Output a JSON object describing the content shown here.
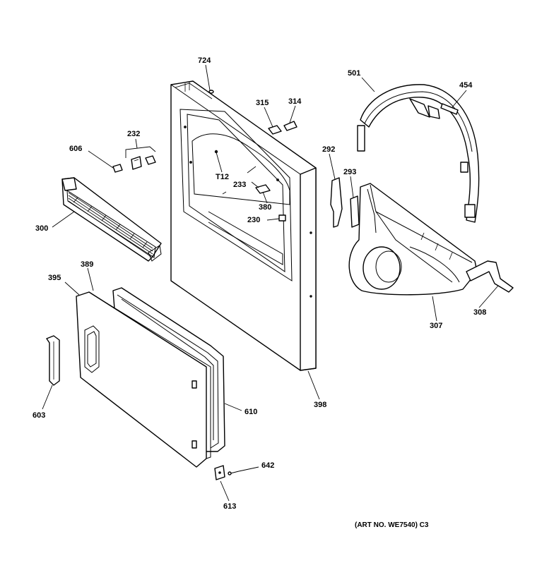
{
  "labels": {
    "p724": "724",
    "p315": "315",
    "p314": "314",
    "p501": "501",
    "p454": "454",
    "p232": "232",
    "p606": "606",
    "p292": "292",
    "p293": "293",
    "p712": "T12",
    "p233": "233",
    "p380": "380",
    "p230": "230",
    "p300": "300",
    "p389": "389",
    "p395": "395",
    "p308": "308",
    "p307": "307",
    "p398": "398",
    "p610": "610",
    "p603": "603",
    "p642": "642",
    "p613": "613"
  },
  "art_note": "(ART NO. WE7540) C3"
}
